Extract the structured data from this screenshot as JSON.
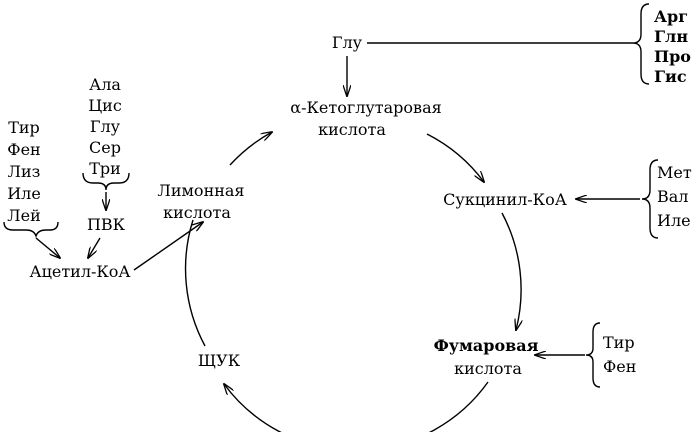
{
  "cycle_nodes": {
    "ketoglutarate_line1": "α-Кетоглутаровая",
    "ketoglutarate_line2": "кислота",
    "succinyl": "Сукцинил-КоА",
    "fumarate_line1": "Фумаровая",
    "fumarate_line2": "кислота",
    "oxaloacetate": "ЩУК",
    "citrate_line1": "Лимонная",
    "citrate_line2": "кислота"
  },
  "inputs": {
    "glu": "Глу",
    "acetyl": "Ацетил-КоА",
    "pvk": "ПВК"
  },
  "groups": {
    "pyruvate_sources": [
      "Ала",
      "Цис",
      "Глу",
      "Сер",
      "Три"
    ],
    "acetyl_sources": [
      "Тир",
      "Фен",
      "Лиз",
      "Иле",
      "Лей"
    ],
    "glu_sources": [
      "Арг",
      "Глн",
      "Про",
      "Гис"
    ],
    "succinyl_sources": [
      "Мет",
      "Вал",
      "Иле"
    ],
    "fumarate_sources": [
      "Тир",
      "Фен"
    ]
  },
  "colors": {
    "ink": "#000000",
    "background": "#ffffff"
  }
}
